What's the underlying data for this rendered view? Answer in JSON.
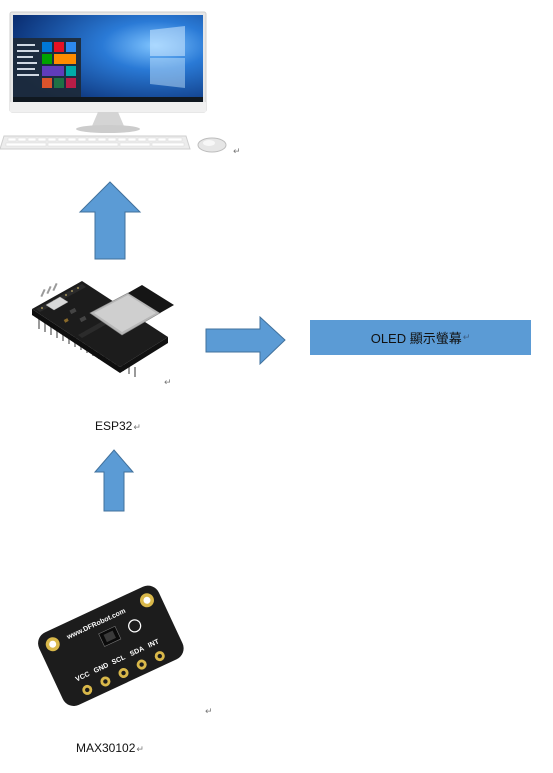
{
  "diagram": {
    "labels": {
      "oled": "OLED 顯示螢幕",
      "esp32": "ESP32",
      "max30102": "MAX30102",
      "paragraph_mark": "↵"
    },
    "sensor_board": {
      "brand_text": "www.DFRobot.com",
      "pin_labels": [
        "VCC",
        "GND",
        "SCL",
        "SDA",
        "INT"
      ]
    },
    "colors": {
      "arrow_fill": "#5b9bd5",
      "arrow_stroke": "#41719c",
      "oled_box": "#5b9bd5",
      "desktop_wallpaper": "#1a5fb4",
      "board_black": "#1c1c1c"
    }
  }
}
